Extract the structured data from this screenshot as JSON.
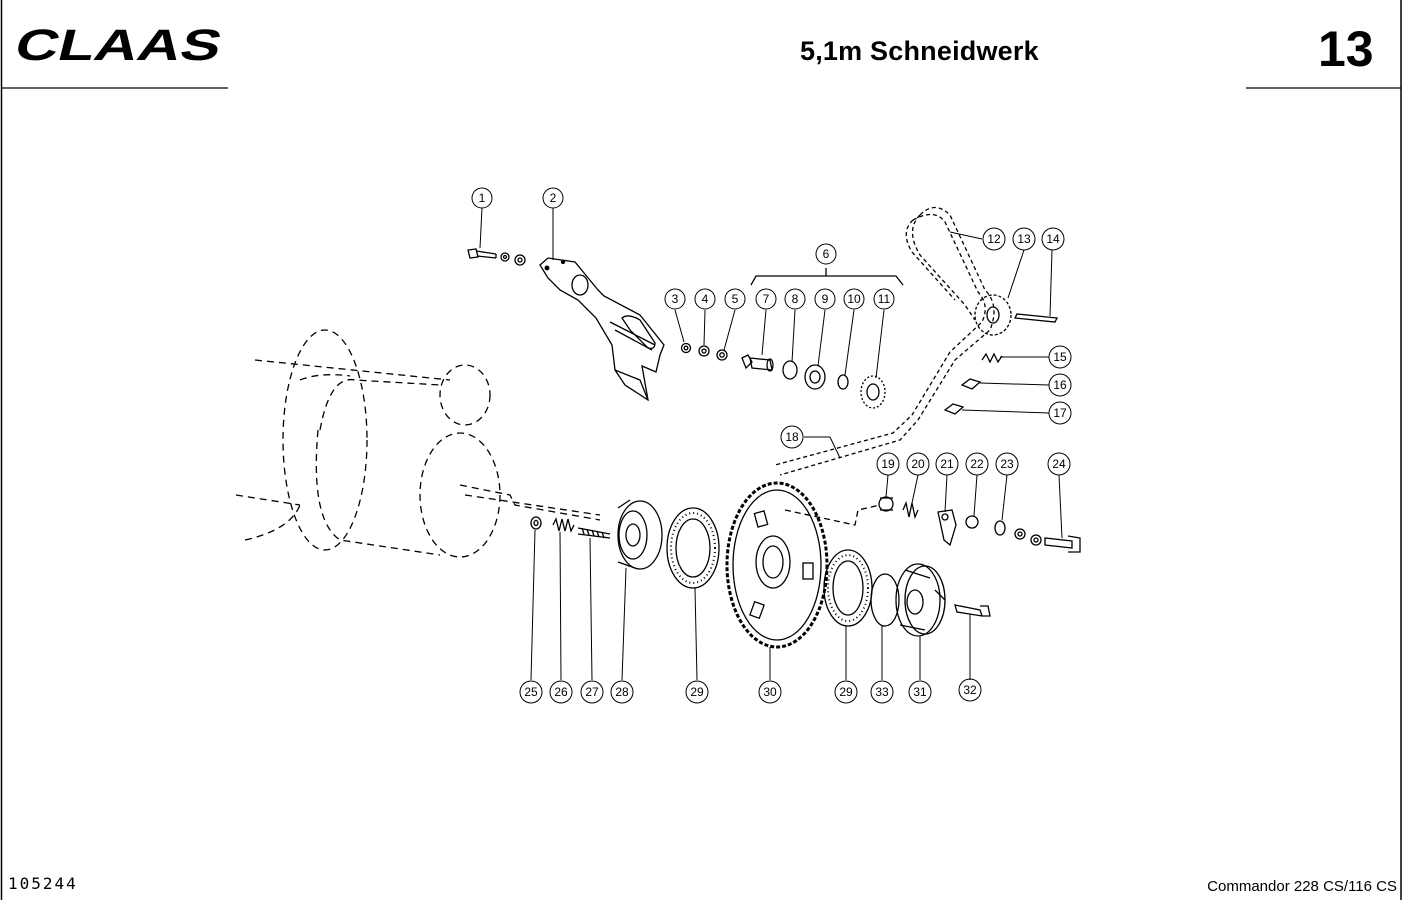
{
  "header": {
    "brand": "CLAAS",
    "title": "5,1m Schneidwerk",
    "page_number": "13"
  },
  "footer": {
    "doc_number": "105244",
    "model": "Commandor  228 CS/116 CS"
  },
  "callouts": [
    "1",
    "2",
    "3",
    "4",
    "5",
    "6",
    "7",
    "8",
    "9",
    "10",
    "11",
    "12",
    "13",
    "14",
    "15",
    "16",
    "17",
    "18",
    "19",
    "20",
    "21",
    "22",
    "23",
    "24",
    "25",
    "26",
    "27",
    "28",
    "29",
    "30",
    "29",
    "33",
    "31",
    "32"
  ]
}
